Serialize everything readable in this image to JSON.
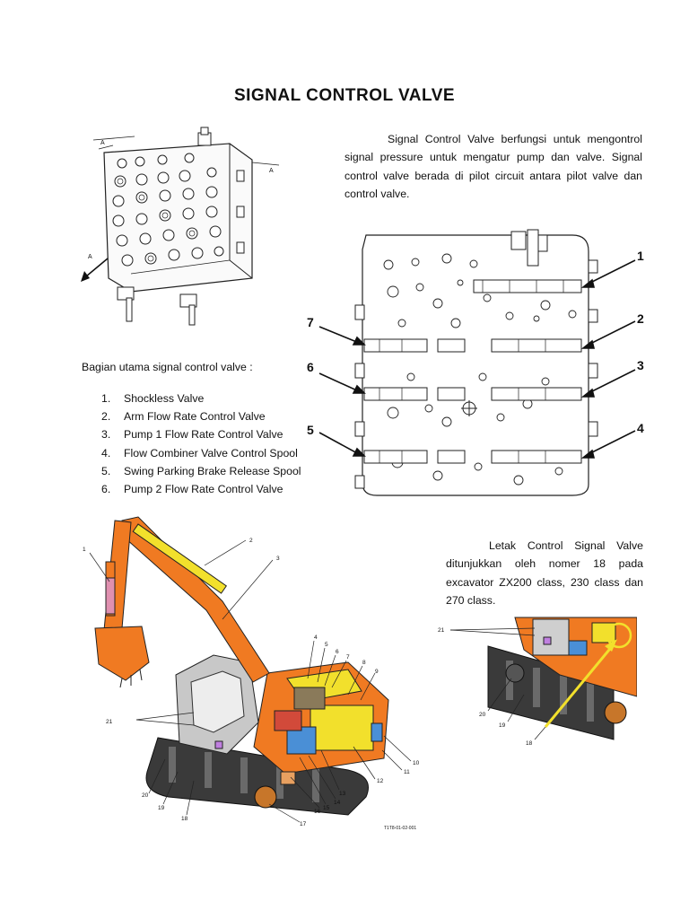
{
  "title": "SIGNAL CONTROL VALVE",
  "intro": "Signal Control Valve berfungsi untuk mengontrol signal pressure untuk mengatur pump dan valve. Signal control valve berada di pilot circuit antara pilot valve dan control valve.",
  "parts_heading": "Bagian utama signal control valve :",
  "parts": [
    {
      "num": "1.",
      "label": "Shockless Valve"
    },
    {
      "num": "2.",
      "label": "Arm Flow Rate Control Valve"
    },
    {
      "num": "3.",
      "label": "Pump 1 Flow Rate Control Valve"
    },
    {
      "num": "4.",
      "label": "Flow Combiner Valve Control Spool"
    },
    {
      "num": "5.",
      "label": "Swing Parking Brake Release Spool"
    },
    {
      "num": "6.",
      "label": "Pump 2 Flow Rate Control Valve"
    }
  ],
  "location_text": "Letak Control Signal Valve ditunjukkan oleh nomer 18 pada excavator ZX200 class, 230 class dan 270 class.",
  "figure_valve_3d": {
    "labels": {
      "a1": "A",
      "a2": "A",
      "a3": "A"
    }
  },
  "figure_section": {
    "labels": [
      "1",
      "2",
      "3",
      "4",
      "5",
      "6",
      "7"
    ]
  },
  "figure_excavator": {
    "callouts": [
      "1",
      "2",
      "3",
      "4",
      "5",
      "6",
      "7",
      "8",
      "9",
      "10",
      "11",
      "12",
      "13",
      "14",
      "15",
      "16",
      "17",
      "18",
      "19",
      "20",
      "21"
    ],
    "code": "T1T8-01-02-001",
    "colors": {
      "body": "#f07a22",
      "yellow": "#f2e02c",
      "blue": "#4a8fd6",
      "dark": "#3a3a3a"
    }
  },
  "figure_detail": {
    "callouts": [
      "21",
      "20",
      "19",
      "18"
    ],
    "highlight_color": "#f2e02c"
  }
}
